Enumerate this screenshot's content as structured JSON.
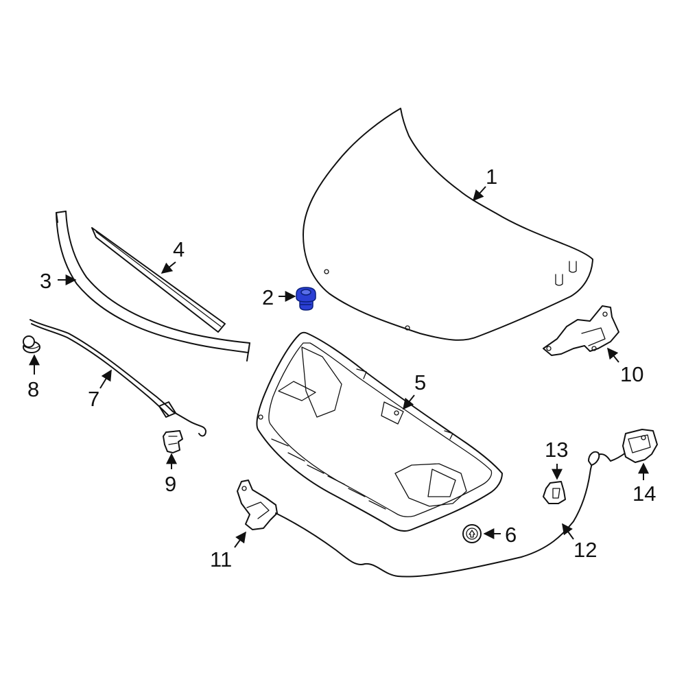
{
  "colors": {
    "background": "#ffffff",
    "line": "#111111",
    "highlight": "#2b3fd4",
    "highlight_dark": "#0a1f7a"
  },
  "highlighted_part": "2",
  "callouts": {
    "c1": "1",
    "c2": "2",
    "c3": "3",
    "c4": "4",
    "c5": "5",
    "c6": "6",
    "c7": "7",
    "c8": "8",
    "c9": "9",
    "c10": "10",
    "c11": "11",
    "c12": "12",
    "c13": "13",
    "c14": "14"
  }
}
